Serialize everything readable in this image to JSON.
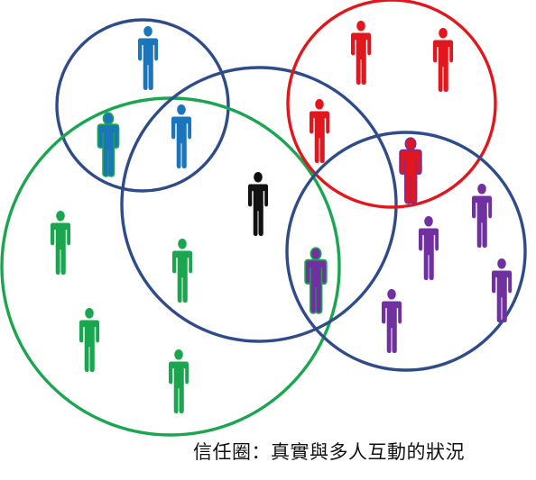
{
  "caption": "信任圈：真實與多人互動的狀況",
  "colors": {
    "navy": "#2F4C8A",
    "green": "#1AA64F",
    "red": "#E3161E",
    "blue": "#1B75BC",
    "black": "#111111",
    "purple": "#7030A0",
    "figure_green": "#1AA64F"
  },
  "circles": [
    {
      "name": "blue-group-circle",
      "color": "navy"
    },
    {
      "name": "green-group-circle",
      "color": "green"
    },
    {
      "name": "center-group-circle",
      "color": "navy"
    },
    {
      "name": "red-group-circle",
      "color": "red"
    },
    {
      "name": "purple-group-circle",
      "color": "navy"
    }
  ],
  "figures": [
    {
      "name": "blue-person-icon",
      "fill": "blue"
    },
    {
      "name": "blue-green-person-icon",
      "fill": "blue",
      "outline": "green"
    },
    {
      "name": "blue-person-icon",
      "fill": "blue"
    },
    {
      "name": "red-person-icon",
      "fill": "red"
    },
    {
      "name": "red-person-icon",
      "fill": "red"
    },
    {
      "name": "red-person-icon",
      "fill": "red"
    },
    {
      "name": "red-purple-person-icon",
      "fill": "red",
      "outline": "purple"
    },
    {
      "name": "black-person-icon",
      "fill": "black"
    },
    {
      "name": "green-person-icon",
      "fill": "figure_green"
    },
    {
      "name": "green-person-icon",
      "fill": "figure_green"
    },
    {
      "name": "green-person-icon",
      "fill": "figure_green"
    },
    {
      "name": "green-person-icon",
      "fill": "figure_green"
    },
    {
      "name": "purple-green-person-icon",
      "fill": "purple",
      "outline": "green"
    },
    {
      "name": "purple-person-icon",
      "fill": "purple"
    },
    {
      "name": "purple-person-icon",
      "fill": "purple"
    },
    {
      "name": "purple-person-icon",
      "fill": "purple"
    },
    {
      "name": "purple-person-icon",
      "fill": "purple"
    }
  ]
}
